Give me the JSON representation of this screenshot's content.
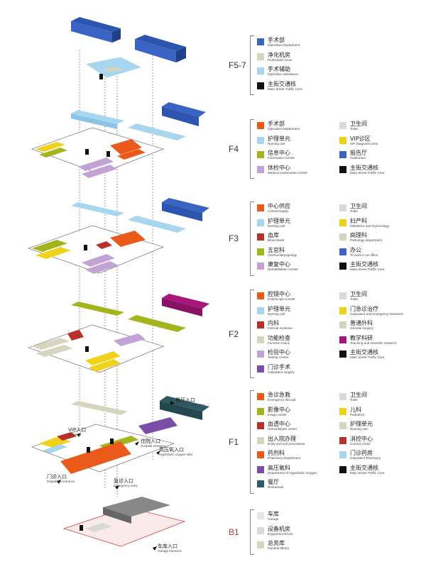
{
  "colors": {
    "blue": "#3a63c4",
    "cream": "#d6d5bf",
    "lightblue": "#a9d6ef",
    "black": "#111111",
    "orange": "#ea5a1a",
    "olive": "#a3b41c",
    "lavender": "#c3a3d6",
    "gray": "#d9d9d9",
    "yellow": "#f0d21a",
    "red": "#b8322b",
    "darkpurple": "#7a4ea6",
    "magenta": "#a8167a",
    "teal": "#2e5a63",
    "lightgray": "#e5e5e5"
  },
  "floors": [
    {
      "label": "F5-7",
      "legend": [
        [
          {
            "zh": "手术部",
            "en": "Operative Department",
            "color": "blue"
          },
          {
            "zh": "净化机房",
            "en": "Purification room",
            "color": "cream"
          },
          {
            "zh": "手术辅助",
            "en": "Operative assistance",
            "color": "lightblue"
          },
          {
            "zh": "主街交通核",
            "en": "Main Street Traffic Core",
            "color": "black"
          }
        ]
      ]
    },
    {
      "label": "F4",
      "legend": [
        [
          {
            "zh": "手术部",
            "en": "Operative Department",
            "color": "orange"
          },
          {
            "zh": "护理单元",
            "en": "Nursing unit",
            "color": "lightblue"
          },
          {
            "zh": "信息中心",
            "en": "Information Center",
            "color": "olive"
          },
          {
            "zh": "体检中心",
            "en": "Medical examination center",
            "color": "lavender"
          }
        ],
        [
          {
            "zh": "卫生间",
            "en": "Toilet",
            "color": "gray"
          },
          {
            "zh": "VIP诊区",
            "en": "VIP Diagnosis area",
            "color": "yellow"
          },
          {
            "zh": "报告厅",
            "en": "Auditorium",
            "color": "blue"
          },
          {
            "zh": "主街交通核",
            "en": "Main Street Traffic Core",
            "color": "black"
          }
        ]
      ]
    },
    {
      "label": "F3",
      "legend": [
        [
          {
            "zh": "中心供应",
            "en": "Central supply",
            "color": "orange"
          },
          {
            "zh": "护理单元",
            "en": "Nursing unit",
            "color": "lightblue"
          },
          {
            "zh": "血库",
            "en": "Blood Bank",
            "color": "red"
          },
          {
            "zh": "五官科",
            "en": "Otorhinolaryngology",
            "color": "olive"
          },
          {
            "zh": "康复中心",
            "en": "Rehabilitation Center",
            "color": "lavender"
          }
        ],
        [
          {
            "zh": "卫生间",
            "en": "Toilet",
            "color": "gray"
          },
          {
            "zh": "妇产科",
            "en": "Obstetrics and Gynecology",
            "color": "yellow"
          },
          {
            "zh": "病理科",
            "en": "Pathology department",
            "color": "cream"
          },
          {
            "zh": "办公",
            "en": "To work in an office",
            "color": "blue"
          },
          {
            "zh": "主街交通核",
            "en": "Main Street Traffic Core",
            "color": "black"
          }
        ]
      ]
    },
    {
      "label": "F2",
      "legend": [
        [
          {
            "zh": "腔镜中心",
            "en": "Endoscopic Center",
            "color": "orange"
          },
          {
            "zh": "护理单元",
            "en": "Nursing unit",
            "color": "lightblue"
          },
          {
            "zh": "内科",
            "en": "Internal medicine",
            "color": "red"
          },
          {
            "zh": "功能检查",
            "en": "Function check",
            "color": "cream"
          },
          {
            "zh": "检验中心",
            "en": "Testing Center",
            "color": "lavender"
          },
          {
            "zh": "门诊手术",
            "en": "Outpatient surgery",
            "color": "darkpurple"
          }
        ],
        [
          {
            "zh": "卫生间",
            "en": "Toilet",
            "color": "gray"
          },
          {
            "zh": "门急诊治疗",
            "en": "Outpatient and emergency treatment",
            "color": "yellow"
          },
          {
            "zh": "普通外科",
            "en": "General surgery",
            "color": "cream"
          },
          {
            "zh": "教学科研",
            "en": "Teaching and scientific research",
            "color": "magenta"
          },
          {
            "zh": "主街交通核",
            "en": "Main Street Traffic Core",
            "color": "black"
          }
        ]
      ]
    },
    {
      "label": "F1",
      "legend": [
        [
          {
            "zh": "急诊急救",
            "en": "Emergency first aid",
            "color": "orange"
          },
          {
            "zh": "影像中心",
            "en": "Image center",
            "color": "olive"
          },
          {
            "zh": "血透中心",
            "en": "Hemodialysis center",
            "color": "red"
          },
          {
            "zh": "出入院办理",
            "en": "Entry and exit procedures",
            "color": "cream"
          },
          {
            "zh": "药剂科",
            "en": "Pharmacy Department",
            "color": "orange"
          },
          {
            "zh": "高压氧科",
            "en": "Department of Hyperbaric Oxygen",
            "color": "darkpurple"
          },
          {
            "zh": "餐厅",
            "en": "Restaurant",
            "color": "teal"
          }
        ],
        [
          {
            "zh": "卫生间",
            "en": "Toilet",
            "color": "gray"
          },
          {
            "zh": "儿科",
            "en": "Pediatrics",
            "color": "yellow"
          },
          {
            "zh": "护理单元",
            "en": "Nursing unit",
            "color": "cream"
          },
          {
            "zh": "消控中心",
            "en": "Control center",
            "color": "red"
          },
          {
            "zh": "门诊药房",
            "en": "Outpatient Pharmacy",
            "color": "lightblue"
          },
          {
            "zh": "主街交通核",
            "en": "Main Street Traffic Core",
            "color": "black"
          }
        ]
      ]
    },
    {
      "label": "B1",
      "legend": [
        [
          {
            "zh": "车库",
            "en": "Garage",
            "color": "lightgray"
          },
          {
            "zh": "设备机房",
            "en": "Equipment Room",
            "color": "gray"
          },
          {
            "zh": "总务库",
            "en": "General library",
            "color": "cream"
          }
        ]
      ]
    }
  ],
  "callouts": [
    {
      "zh": "餐厅入口",
      "en": "Restaurant entrance"
    },
    {
      "zh": "VIP入口",
      "en": "VIP entry"
    },
    {
      "zh": "住院入口",
      "en": "Hospital entrance"
    },
    {
      "zh": "高压氧入口",
      "en": "Hyperbaric oxygen inlet"
    },
    {
      "zh": "门诊入口",
      "en": "Outpatient entrance"
    },
    {
      "zh": "急诊入口",
      "en": "Emergency entry"
    },
    {
      "zh": "车库入口",
      "en": "Garage entrance"
    }
  ]
}
